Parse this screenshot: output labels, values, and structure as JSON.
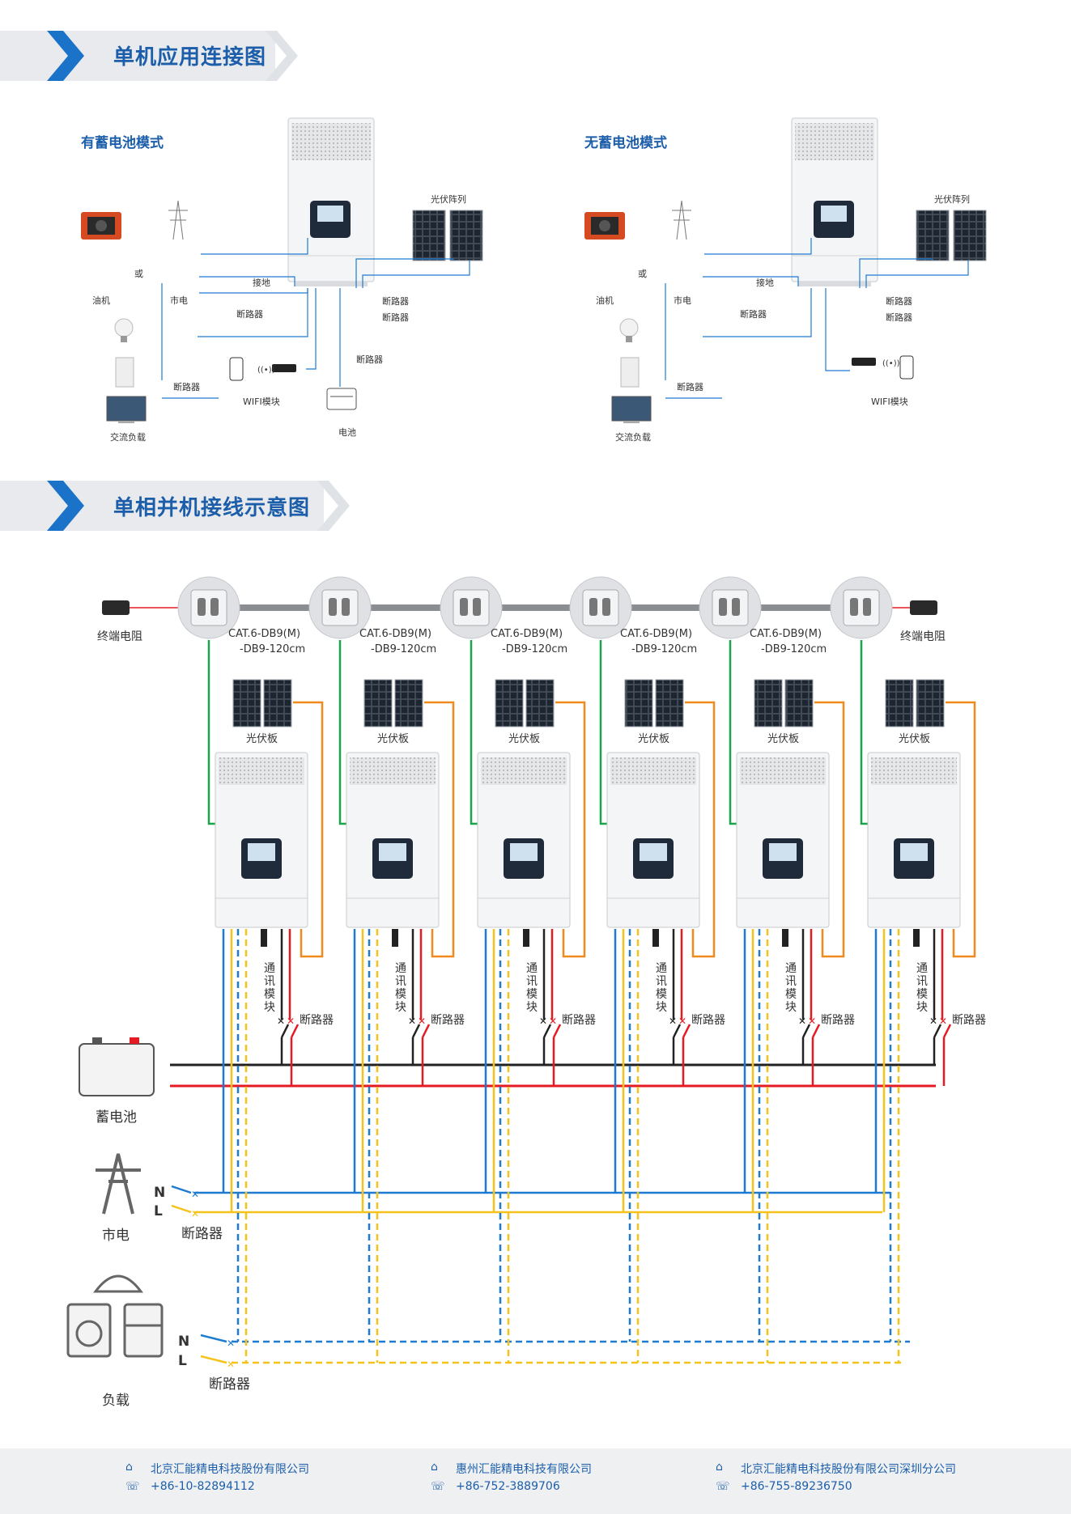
{
  "section1": {
    "title": "单机应用连接图"
  },
  "section2": {
    "title": "单相并机接线示意图"
  },
  "mode_battery": {
    "title": "有蓄电池模式",
    "labels": {
      "pv_array": "光伏阵列",
      "or": "或",
      "generator": "油机",
      "grid": "市电",
      "ground": "接地",
      "breaker": "断路器",
      "ac_load": "交流负载",
      "wifi": "WIFI模块",
      "battery": "电池"
    }
  },
  "mode_nobattery": {
    "title": "无蓄电池模式",
    "labels": {
      "pv_array": "光伏阵列",
      "or": "或",
      "generator": "油机",
      "grid": "市电",
      "ground": "接地",
      "breaker": "断路器",
      "ac_load": "交流负载",
      "wifi": "WIFI模块"
    }
  },
  "parallel": {
    "terminal_resistor": "终端电阻",
    "cable": [
      "CAT.6-DB9(M)",
      "-DB9-120cm"
    ],
    "pv_panel": "光伏板",
    "comm_module": [
      "通",
      "讯",
      "模",
      "块"
    ],
    "breaker": "断路器",
    "battery": "蓄电池",
    "grid": "市电",
    "load": "负载",
    "n": "N",
    "l": "L"
  },
  "footer": [
    {
      "company": "北京汇能精电科技股份有限公司",
      "phone": "+86-10-82894112"
    },
    {
      "company": "惠州汇能精电科技有限公司",
      "phone": "+86-752-3889706"
    },
    {
      "company": "北京汇能精电科技股份有限公司深圳分公司",
      "phone": "+86-755-89236750"
    }
  ],
  "colors": {
    "title_blue": "#1c5ea9",
    "chevron": "#1a73c9",
    "wire_blue": "#1f7bd0",
    "wire_yellow": "#f5c21b",
    "wire_red": "#e41b23",
    "wire_black": "#222222",
    "wire_orange": "#f08a1c",
    "wire_green": "#1aa34a",
    "panel_dark": "#1f2a3a"
  }
}
